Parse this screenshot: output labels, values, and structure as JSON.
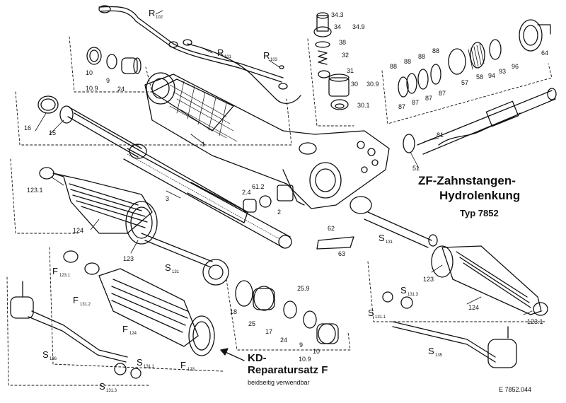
{
  "title": {
    "line1": "ZF-Zahnstangen-",
    "line2": "Hydrolenkung",
    "line3": "Typ 7852"
  },
  "kit": {
    "line1": "KD-",
    "line2": "Reparatursatz F",
    "line3": "beidseitig verwendbar"
  },
  "drawing_number": "E  7852.044",
  "labels": {
    "r102": "R",
    "r102_sub": "102",
    "r101": "R",
    "r101_sub": "101",
    "r103": "R",
    "r103_sub": "103",
    "p10": "10",
    "p9": "9",
    "p24": "24",
    "p10_9": "10.9",
    "p34_3": "34.3",
    "p34": "34",
    "p34_9": "34.9",
    "p38": "38",
    "p32": "32",
    "p31": "31",
    "p30": "30",
    "p30_9": "30.9",
    "p30_1": "30.1",
    "p88a": "88",
    "p88b": "88",
    "p88c": "88",
    "p88d": "88",
    "p87a": "87",
    "p87b": "87",
    "p87c": "87",
    "p87d": "87",
    "p57": "57",
    "p58": "58",
    "p94": "94",
    "p93": "93",
    "p96": "96",
    "p64": "64",
    "p16": "16",
    "p15": "15",
    "p1": "1",
    "p51": "51",
    "p81": "81",
    "p123_1": "123.1",
    "p3": "3",
    "p2_4": "2.4",
    "p61_2": "61.2",
    "p2": "2",
    "p124": "124",
    "p123": "123",
    "p62": "62",
    "p63": "63",
    "s131a": "S",
    "s131a_sub": "131",
    "s131b": "S",
    "s131b_sub": "131",
    "p123_r": "123",
    "p124_r": "124",
    "p123_1r": "123.1",
    "s131_3r": "S",
    "s131_3r_sub": "131.3",
    "s131_1r": "S",
    "s131_1r_sub": "131.1",
    "s135": "S",
    "s135_sub": "135",
    "f123_1": "F",
    "f123_1_sub": "123.1",
    "f131_2": "F",
    "f131_2_sub": "131.2",
    "f124": "F",
    "f124_sub": "124",
    "f123": "F",
    "f123_sub": "123",
    "s136": "S",
    "s136_sub": "136",
    "s131_1l": "S",
    "s131_1l_sub": "131.1",
    "s131_3l": "S",
    "s131_3l_sub": "131.3",
    "p25_9": "25.9",
    "p18": "18",
    "p25": "25",
    "p17": "17",
    "p24b": "24",
    "p9b": "9",
    "p10b": "10",
    "p10_9b": "10.9"
  }
}
